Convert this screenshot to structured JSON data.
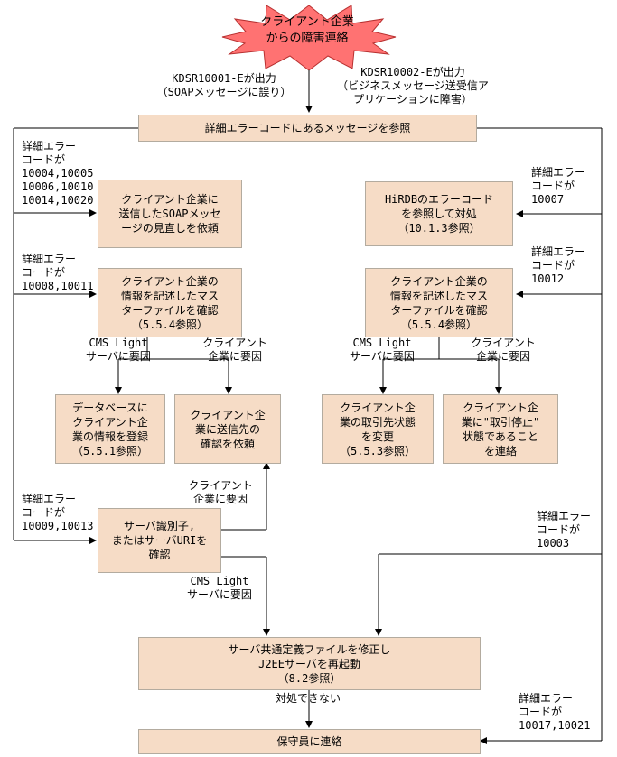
{
  "start": {
    "text": "クライアント企業\nからの障害連絡"
  },
  "branch_left_label": "KDSR10001-Eが出力\n（SOAPメッセージに誤り）",
  "branch_right_label": "KDSR10002-Eが出力\n（ビジネスメッセージ送受信ア\nプリケーションに障害）",
  "top_box": "詳細エラーコードにあるメッセージを参照",
  "codes": {
    "left1": "詳細エラー\nコードが\n10004,10005\n10006,10010\n10014,10020",
    "left2": "詳細エラー\nコードが\n10008,10011",
    "left3": "詳細エラー\nコードが\n10009,10013",
    "right1": "詳細エラー\nコードが\n10007",
    "right2": "詳細エラー\nコードが\n10012",
    "right3": "詳細エラー\nコードが\n10003",
    "right4": "詳細エラー\nコードが\n10017,10021"
  },
  "boxes": {
    "review_soap": "クライアント企業に\n送信したSOAPメッセ\nージの見直しを依頼",
    "hirdb": "HiRDBのエラーコード\nを参照して対処\n（10.1.3参照）",
    "master_left": "クライアント企業の\n情報を記述したマス\nターファイルを確認\n（5.5.4参照）",
    "master_right": "クライアント企業の\n情報を記述したマス\nターファイルを確認\n（5.5.4参照）",
    "db_register": "データベースに\nクライアント企\n業の情報を登録\n（5.5.1参照）",
    "dest_confirm": "クライアント企\n業に送信先の\n確認を依頼",
    "partner_state": "クライアント企\n業の取引先状態\nを変更\n（5.5.3参照）",
    "stopped_notice": "クライアント企\n業に\"取引停止\"\n状態であること\nを連絡",
    "server_id": "サーバ識別子,\nまたはサーバURIを\n確認",
    "fix_def": "サーバ共通定義ファイルを修正し\nJ2EEサーバを再起動\n（8.2参照）",
    "maintenance": "保守員に連絡"
  },
  "causes": {
    "cms_l": "CMS Light\nサーバに要因",
    "client_l": "クライアント\n企業に要因",
    "cms_r": "CMS Light\nサーバに要因",
    "client_r": "クライアント\n企業に要因",
    "client_s": "クライアント\n企業に要因",
    "cms_s": "CMS Light\nサーバに要因"
  },
  "cannot_handle": "対処できない"
}
